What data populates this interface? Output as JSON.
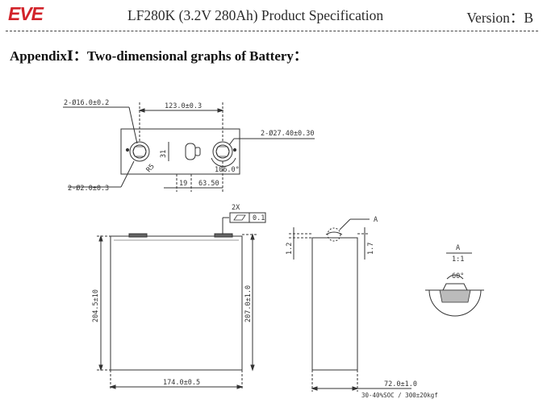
{
  "header": {
    "logo": "EVE",
    "title": "LF280K (3.2V 280Ah) Product Specification",
    "version": "Version：B"
  },
  "section": {
    "title": "AppendixⅠ：Two-dimensional graphs of Battery："
  },
  "top_view": {
    "hole_dia": "2-Ø16.0±0.2",
    "center_dist": "123.0±0.3",
    "terminal_dia": "2-Ø27.40±0.30",
    "vent_height": "31",
    "radius": "R5",
    "angle": "106.0°",
    "pin_dia": "2-Ø2.0±0.3",
    "offset": "19",
    "spacing": "63.50"
  },
  "front_view": {
    "flatness_label": "2X",
    "flatness_value": "0.1",
    "height_total": "204.5±10",
    "height_body": "207.0±1.0",
    "width": "174.0±0.5"
  },
  "side_view": {
    "detail_marker": "A",
    "top_dim_left": "1.2",
    "top_dim_right": "1.7",
    "thickness": "72.0±1.0",
    "condition": "30-40%SOC / 300±20kgf"
  },
  "detail_view": {
    "title": "A",
    "scale": "1:1",
    "angle": "60°"
  }
}
